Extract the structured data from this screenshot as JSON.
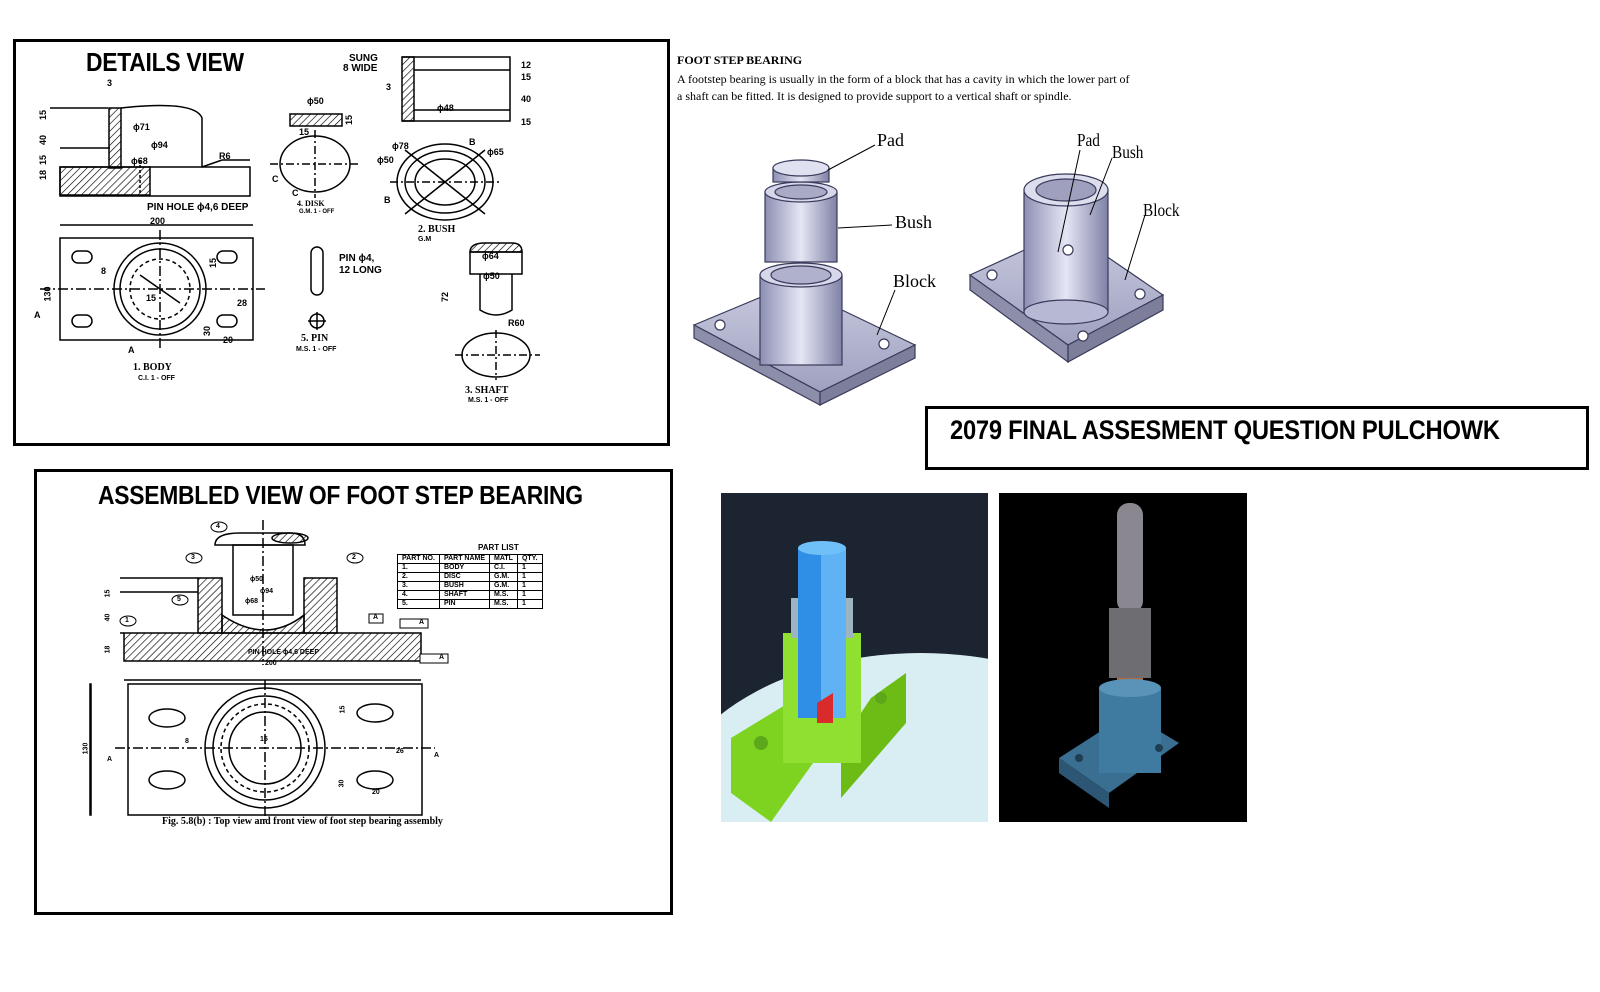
{
  "details": {
    "title": "DETAILS VIEW",
    "slot_note_1": "SUNG",
    "slot_note_2": "8 WIDE",
    "body_label": "1. BODY",
    "body_material": "C.I. 1 - OFF",
    "disk_label": "4. DISK",
    "disk_material": "G.M. 1 - OFF",
    "bush_label": "2. BUSH",
    "bush_material": "G.M",
    "pin_label": "5. PIN",
    "pin_material": "M.S. 1 - OFF",
    "shaft_label": "3. SHAFT",
    "shaft_material": "M.S. 1 - OFF",
    "pin_hole_note": "PIN HOLE ϕ4,6 DEEP",
    "pin_note_1": "PIN ϕ4,",
    "pin_note_2": "12 LONG",
    "dims": {
      "d3": "3",
      "d15a": "15",
      "d40": "40",
      "d18": "18",
      "d15b": "15",
      "phi71": "ϕ71",
      "phi94": "ϕ94",
      "phi68": "ϕ68",
      "r6": "R6",
      "d200": "200",
      "d130": "130",
      "d8": "8",
      "d15c": "15",
      "d15d": "15",
      "d28": "28",
      "d30": "30",
      "d20": "20",
      "phi50": "ϕ50",
      "d15e": "15",
      "d15f": "15",
      "c1": "C",
      "c2": "C",
      "d12": "12",
      "d15g": "15",
      "d40b": "40",
      "d15h": "15",
      "phi48": "ϕ48",
      "d3b": "3",
      "phi78": "ϕ78",
      "phi50b": "ϕ50",
      "phi65": "ϕ65",
      "b1": "B",
      "b2": "B",
      "phi64": "ϕ64",
      "phi50c": "ϕ50",
      "d72": "72",
      "r60": "R60",
      "a1": "A",
      "a2": "A"
    }
  },
  "description": {
    "heading": "FOOT STEP BEARING",
    "text_line1": "A footstep bearing is usually in the form of a block that has a cavity in which the lower part of",
    "text_line2": "a shaft can be fitted. It is designed to provide support to a vertical shaft or spindle.",
    "labels": {
      "pad": "Pad",
      "bush": "Bush",
      "block": "Block",
      "pad2": "Pad",
      "bush2": "Bush",
      "block2": "Block"
    }
  },
  "exam_title": "2079 FINAL ASSESMENT QUESTION PULCHOWK",
  "assembled": {
    "title": "ASSEMBLED VIEW OF FOOT STEP BEARING",
    "caption": "Fig. 5.8(b) : Top view and front view of foot step bearing assembly",
    "pin_hole_note": "PIN HOLE ϕ4,6 DEEP",
    "balloons": [
      "4",
      "3",
      "2",
      "5",
      "1"
    ],
    "dims": {
      "phi50": "ϕ50",
      "phi94": "ϕ94",
      "phi68": "ϕ68",
      "d15": "15",
      "d40": "40",
      "d18": "18",
      "d200": "200",
      "d130": "130",
      "d8": "8",
      "d15b": "15",
      "d15c": "15",
      "d26": "26",
      "d30": "30",
      "d20": "20",
      "a1": "A",
      "a2": "A",
      "fa1": "A",
      "fa2": "A",
      "fa3": "A"
    },
    "parts_list": {
      "caption": "PART LIST",
      "headers": [
        "PART NO.",
        "PART NAME",
        "MATL",
        "QTY."
      ],
      "rows": [
        [
          "1.",
          "BODY",
          "C.I.",
          "1"
        ],
        [
          "2.",
          "DISC",
          "G.M.",
          "1"
        ],
        [
          "3.",
          "BUSH",
          "G.M.",
          "1"
        ],
        [
          "4.",
          "SHAFT",
          "M.S.",
          "1"
        ],
        [
          "5.",
          "PIN",
          "M.S.",
          "1"
        ]
      ]
    }
  },
  "colors": {
    "frame": "#000000",
    "render_green": "#7ed321",
    "render_blue": "#2f8fe6",
    "render_red": "#d92b2b",
    "render_steel": "#3a6f92"
  }
}
